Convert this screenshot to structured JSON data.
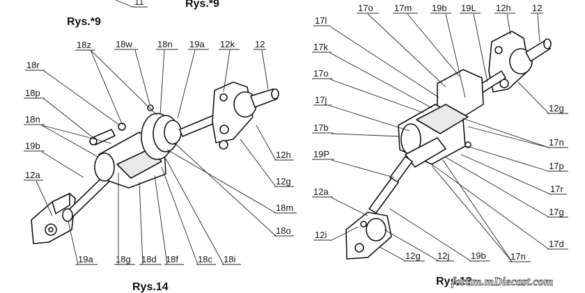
{
  "figures": {
    "left_title": "Rys.*9",
    "top_partial_title": "Rys.*9",
    "top_partial_label": "11",
    "bottom_left_title": "Rys.14",
    "bottom_right_title": "Rys.13"
  },
  "left_labels": [
    "18z",
    "18w",
    "18n",
    "19a",
    "12k",
    "12",
    "18r",
    "18p",
    "18n",
    "19b",
    "12a",
    "12h",
    "12g",
    "18m",
    "18o",
    "19a",
    "18g",
    "18d",
    "18f",
    "18c",
    "18i"
  ],
  "right_labels": [
    "17o",
    "17m",
    "19b",
    "19L",
    "12h",
    "12",
    "17l",
    "17k",
    "17o",
    "17j",
    "17b",
    "12g",
    "17n",
    "19P",
    "17p",
    "17r",
    "12a",
    "17g",
    "12i",
    "17d",
    "12g",
    "12j",
    "19b",
    "17n"
  ],
  "watermark": "forum.mDiecast.com"
}
